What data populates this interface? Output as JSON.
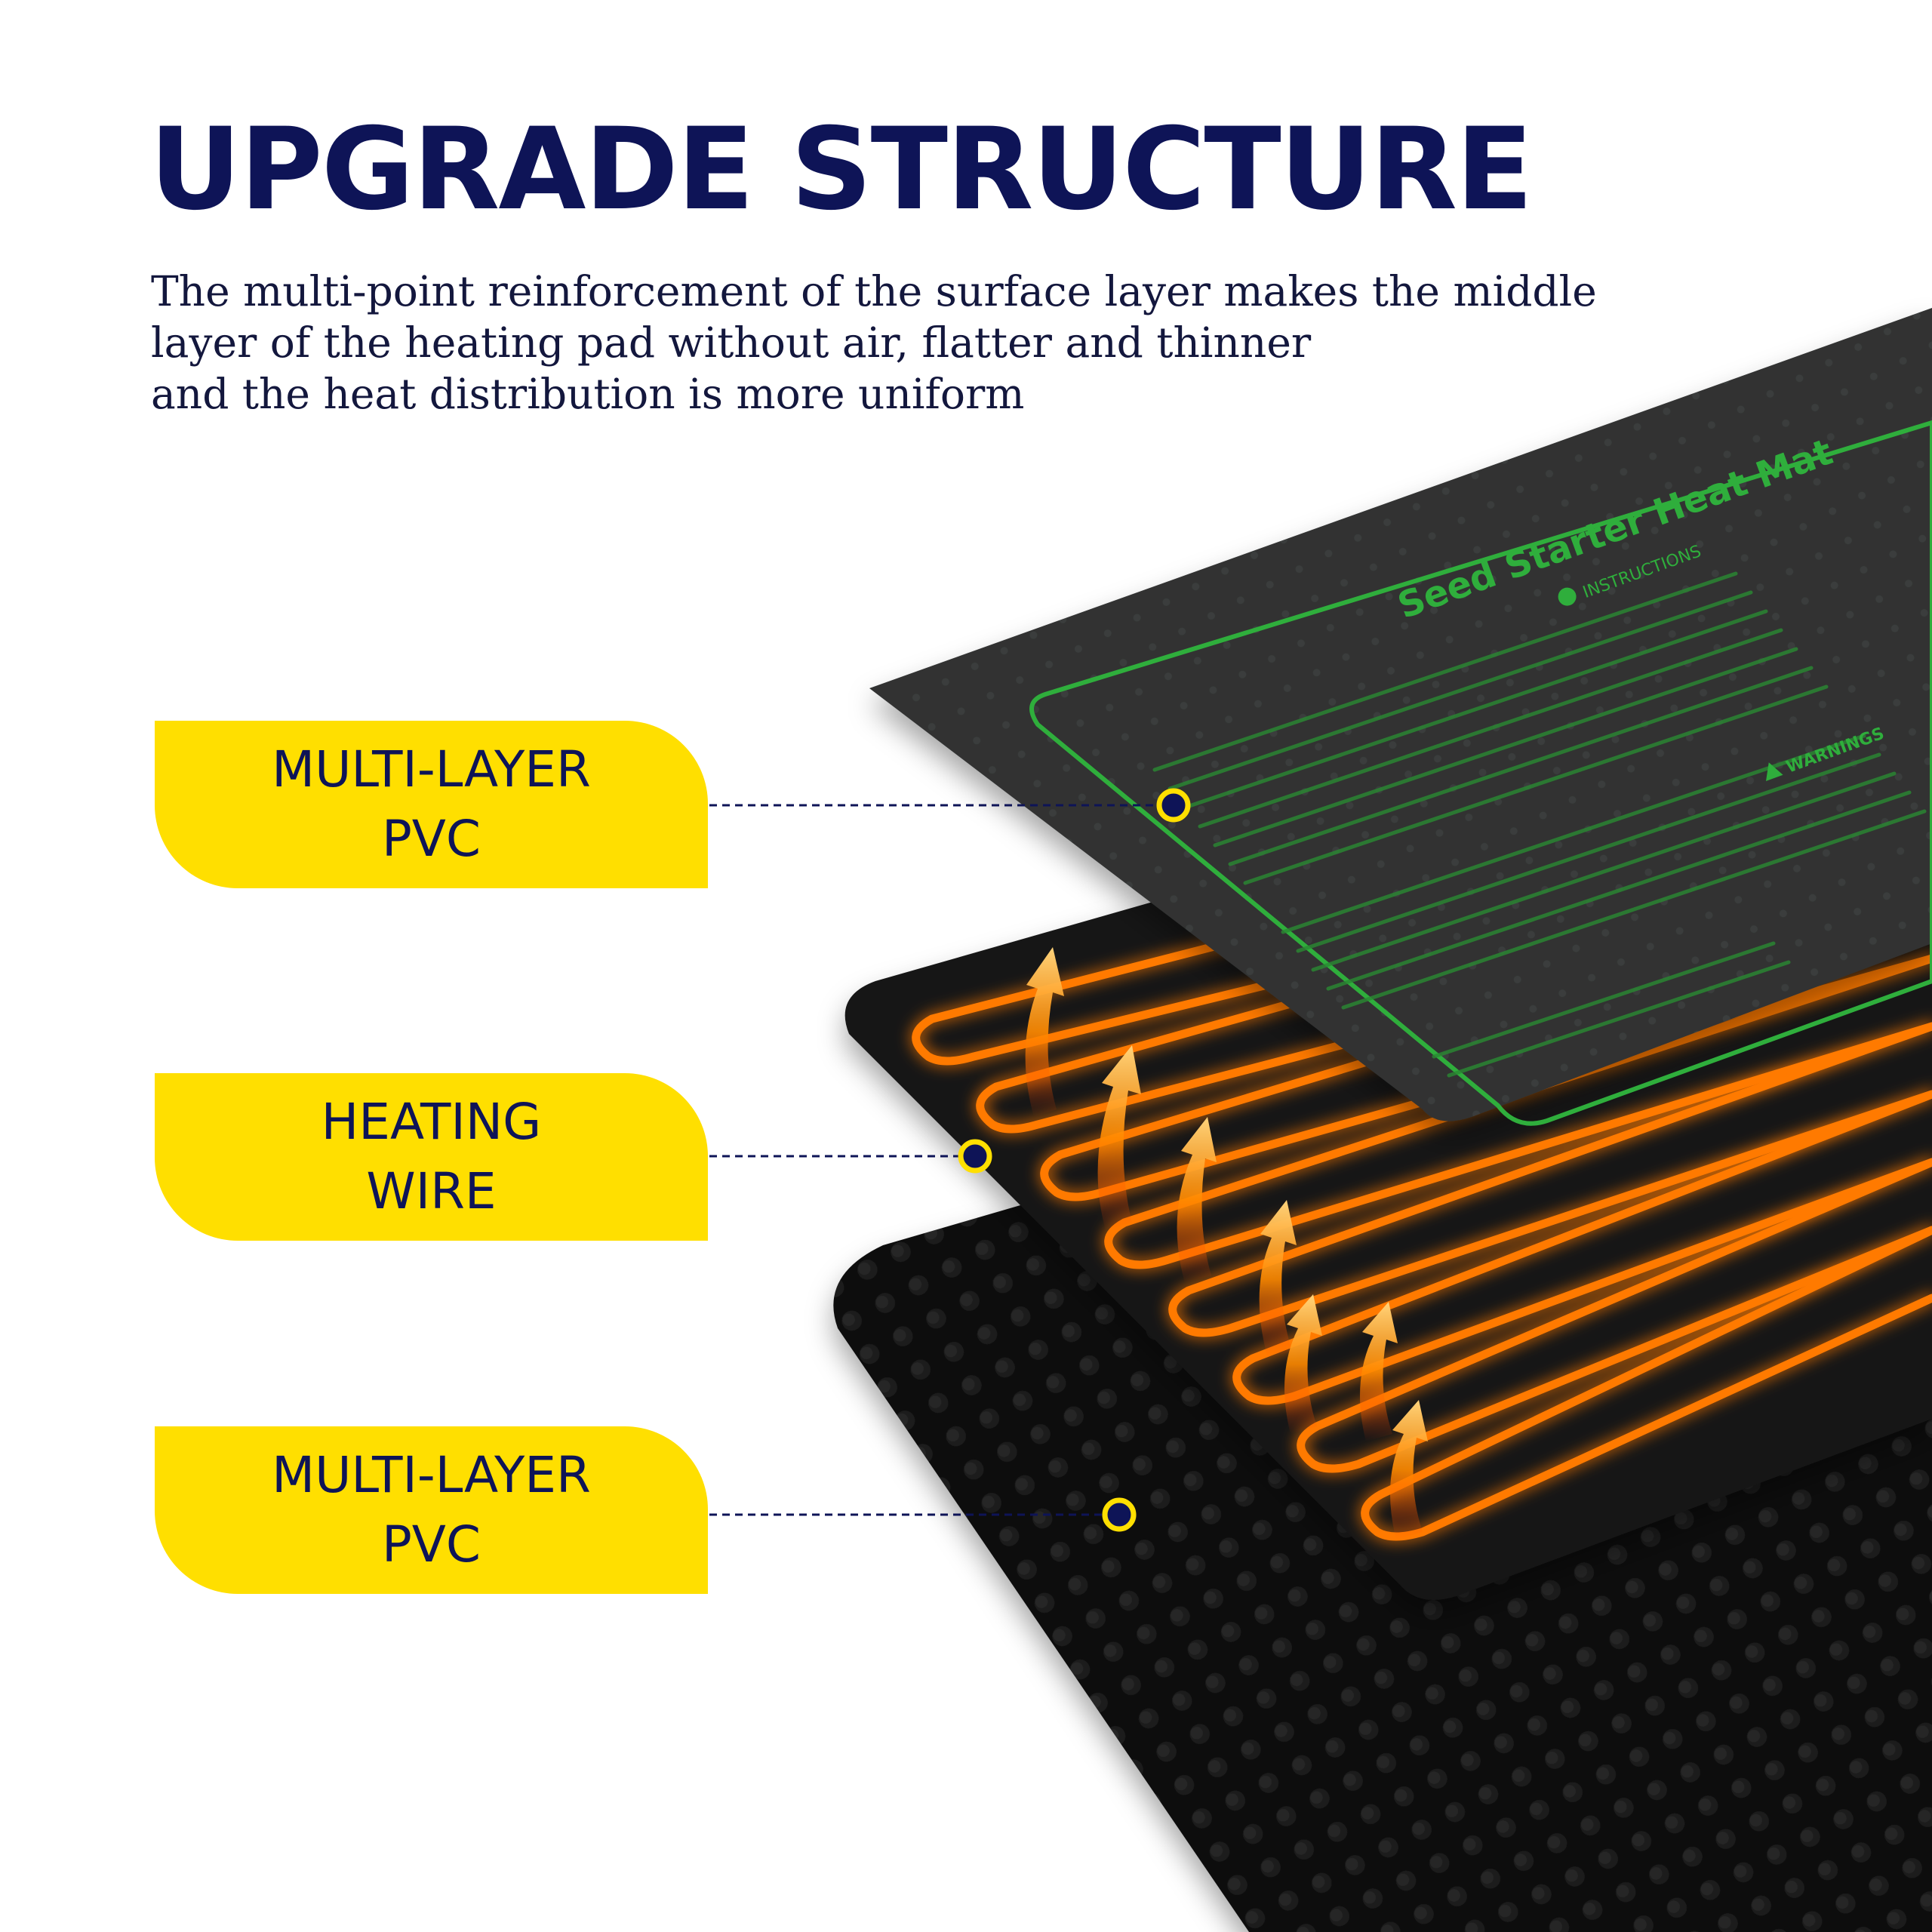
{
  "headline": "UPGRADE STRUCTURE",
  "description": {
    "line1": "The multi-point reinforcement of the surface layer makes the middle",
    "line2": "layer of the heating pad without air, flatter and thinner",
    "line3": "and the heat distribution is more uniform"
  },
  "layers": [
    {
      "line1": "MULTI-LAYER",
      "line2": "PVC"
    },
    {
      "line1": "HEATING",
      "line2": "WIRE"
    },
    {
      "line1": "MULTI-LAYER",
      "line2": "PVC"
    }
  ],
  "mat": {
    "title": "Seed Starter Heat Mat",
    "instructions_label": "INSTRUCTIONS",
    "warnings_label": "WARNINGS"
  },
  "colors": {
    "navy": "#0e1457",
    "yellow": "#ffdf00",
    "mat_green": "#2fae3c",
    "wire_orange": "#ff7a00"
  }
}
